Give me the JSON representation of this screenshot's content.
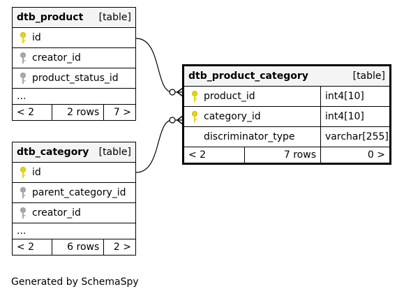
{
  "tables": {
    "product": {
      "name": "dtb_product",
      "type": "[table]",
      "columns": [
        {
          "name": "id",
          "key": "primary"
        },
        {
          "name": "creator_id",
          "key": "foreign"
        },
        {
          "name": "product_status_id",
          "key": "foreign"
        }
      ],
      "ellipsis": "...",
      "footer": {
        "parents": "< 2",
        "rows": "2 rows",
        "children": "7 >"
      }
    },
    "category": {
      "name": "dtb_category",
      "type": "[table]",
      "columns": [
        {
          "name": "id",
          "key": "primary"
        },
        {
          "name": "parent_category_id",
          "key": "foreign"
        },
        {
          "name": "creator_id",
          "key": "foreign"
        }
      ],
      "ellipsis": "...",
      "footer": {
        "parents": "< 2",
        "rows": "6 rows",
        "children": "2 >"
      }
    },
    "product_category": {
      "name": "dtb_product_category",
      "type": "[table]",
      "columns": [
        {
          "name": "product_id",
          "datatype": "int4[10]",
          "key": "primary"
        },
        {
          "name": "category_id",
          "datatype": "int4[10]",
          "key": "primary"
        },
        {
          "name": "discriminator_type",
          "datatype": "varchar[255]",
          "key": "none"
        }
      ],
      "footer": {
        "parents": "< 2",
        "rows": "7 rows",
        "children": "0 >"
      }
    }
  },
  "colors": {
    "primary_key": "#e8d800",
    "foreign_key": "#a8a8a8",
    "header_bg": "#f4f4f4"
  },
  "footer_text": "Generated by SchemaSpy"
}
